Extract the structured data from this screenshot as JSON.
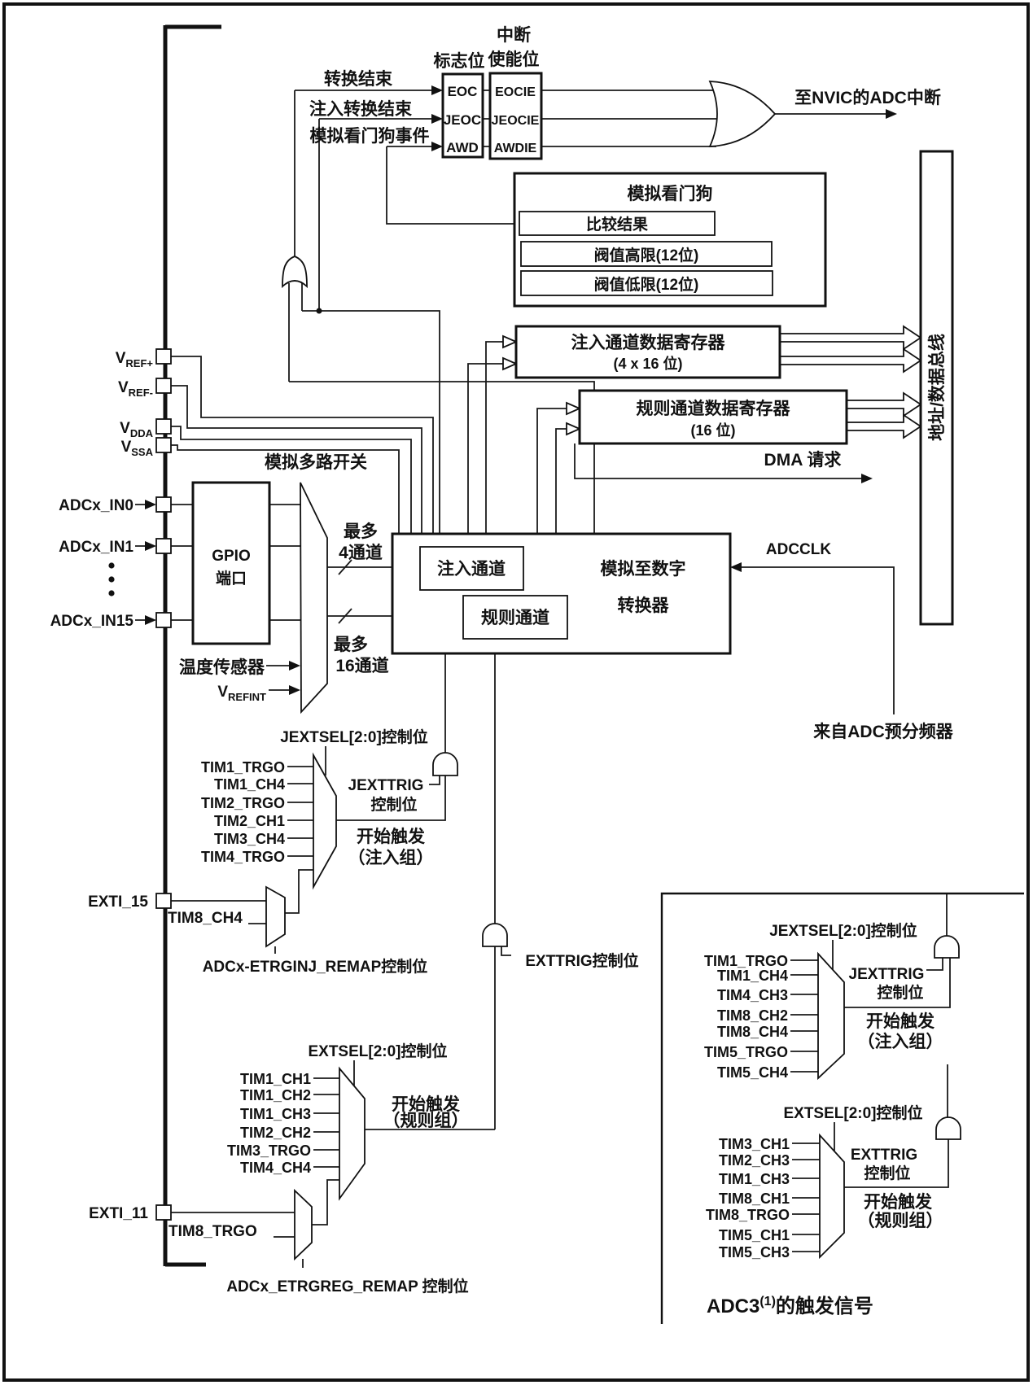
{
  "border_color": "#111111",
  "interrupts": {
    "flags_title": "标志位",
    "enable_title_line1": "中断",
    "enable_title_line2": "使能位",
    "flags": [
      "EOC",
      "JEOC",
      "AWD"
    ],
    "enables": [
      "EOCIE",
      "JEOCIE",
      "AWDIE"
    ],
    "signal_eoc": "转换结束",
    "signal_jeoc": "注入转换结束",
    "signal_awd": "模拟看门狗事件",
    "nvic_label": "至NVIC的ADC中断"
  },
  "watchdog": {
    "title": "模拟看门狗",
    "compare": "比较结果",
    "high": "阀值高限(12位)",
    "low": "阀值低限(12位)"
  },
  "registers": {
    "injected_line1": "注入通道数据寄存器",
    "injected_line2": "(4 x 16 位)",
    "regular_line1": "规则通道数据寄存器",
    "regular_line2": "(16 位)",
    "dma": "DMA 请求"
  },
  "bus": {
    "label": "地址/数据总线"
  },
  "pins": {
    "vref_plus": {
      "main": "V",
      "sub": "REF+"
    },
    "vref_minus": {
      "main": "V",
      "sub": "REF-"
    },
    "vdda": {
      "main": "V",
      "sub": "DDA"
    },
    "vssa": {
      "main": "V",
      "sub": "SSA"
    },
    "in0": "ADCx_IN0",
    "in1": "ADCx_IN1",
    "in15": "ADCx_IN15",
    "exti15": "EXTI_15",
    "exti11": "EXTI_11"
  },
  "gpio": {
    "line1": "GPIO",
    "line2": "端口"
  },
  "mux": {
    "label": "模拟多路开关",
    "max4_line1": "最多",
    "max4_line2": "4通道",
    "max16_line1": "最多",
    "max16_line2": "16通道",
    "temp_sensor": "温度传感器",
    "vrefint": {
      "main": "V",
      "sub": "REFINT"
    }
  },
  "adc": {
    "title_line1": "模拟至数字",
    "title_line2": "转换器",
    "injected": "注入通道",
    "regular": "规则通道",
    "clk": "ADCCLK",
    "prescaler": "来自ADC预分频器"
  },
  "injected_trigger": {
    "select_label": "JEXTSEL[2:0]控制位",
    "inputs": [
      "TIM1_TRGO",
      "TIM1_CH4",
      "TIM2_TRGO",
      "TIM2_CH1",
      "TIM3_CH4",
      "TIM4_TRGO"
    ],
    "gate_line1": "JEXTTRIG",
    "gate_line2": "控制位",
    "start_line1": "开始触发",
    "start_line2": "（注入组）",
    "exti_alt": "TIM8_CH4",
    "remap_label": "ADCx-ETRGINJ_REMAP控制位"
  },
  "regular_trigger": {
    "select_label": "EXTSEL[2:0]控制位",
    "inputs": [
      "TIM1_CH1",
      "TIM1_CH2",
      "TIM1_CH3",
      "TIM2_CH2",
      "TIM3_TRGO",
      "TIM4_CH4"
    ],
    "gate_label": "EXTTRIG控制位",
    "start_line1": "开始触发",
    "start_line2": "（规则组）",
    "exti_alt": "TIM8_TRGO",
    "remap_label": "ADCx_ETRGREG_REMAP 控制位"
  },
  "adc3_inset": {
    "injected": {
      "select_label": "JEXTSEL[2:0]控制位",
      "inputs": [
        "TIM1_TRGO",
        "TIM1_CH4",
        "TIM4_CH3",
        "TIM8_CH2",
        "TIM8_CH4",
        "TIM5_TRGO",
        "TIM5_CH4"
      ],
      "gate_line1": "JEXTTRIG",
      "gate_line2": "控制位",
      "start_line1": "开始触发",
      "start_line2": "（注入组）"
    },
    "regular": {
      "select_label": "EXTSEL[2:0]控制位",
      "inputs": [
        "TIM3_CH1",
        "TIM2_CH3",
        "TIM1_CH3",
        "TIM8_CH1",
        "TIM8_TRGO",
        "TIM5_CH1",
        "TIM5_CH3"
      ],
      "gate_line1": "EXTTRIG",
      "gate_line2": "控制位",
      "start_line1": "开始触发",
      "start_line2": "（规则组）"
    },
    "caption_prefix": "ADC3",
    "caption_sup": "(1)",
    "caption_suffix": "的触发信号"
  }
}
